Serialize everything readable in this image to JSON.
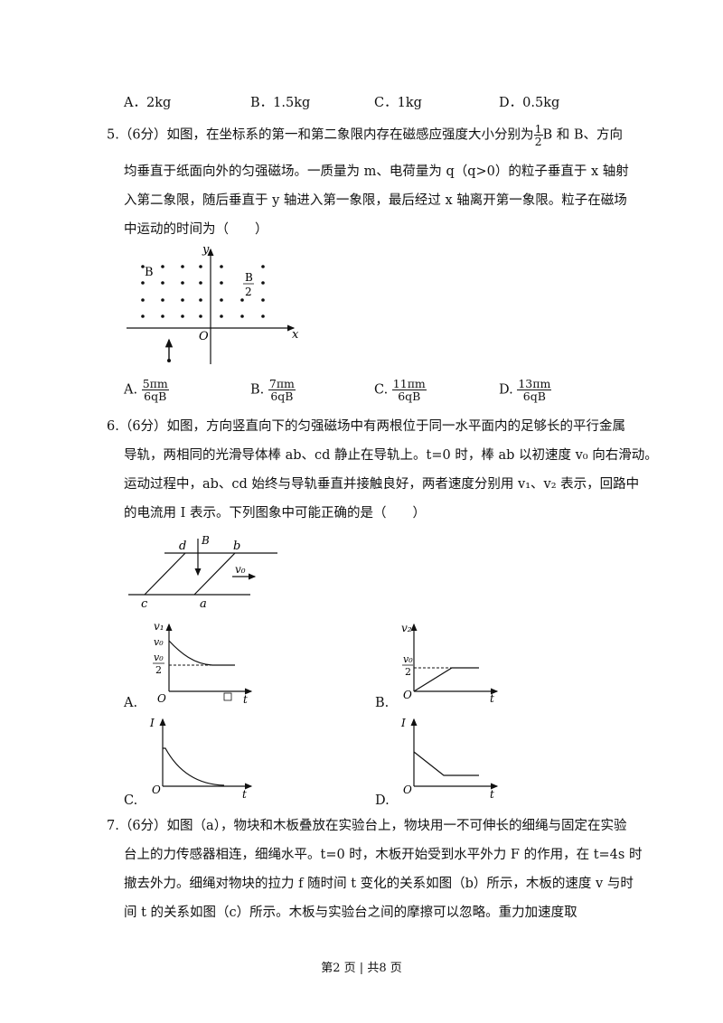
{
  "q4": {
    "options": [
      {
        "label": "A．",
        "text": "2kg"
      },
      {
        "label": "B．",
        "text": "1.5kg"
      },
      {
        "label": "C．",
        "text": "1kg"
      },
      {
        "label": "D．",
        "text": "0.5kg"
      }
    ]
  },
  "q5": {
    "line1a": "5.（6分）如图，在坐标系的第一和第二象限内存在磁感应强度大小分别为",
    "frac_num": "1",
    "frac_den": "2",
    "line1b": "B 和 B、方向",
    "line2": "均垂直于纸面向外的匀强磁场。一质量为 m、电荷量为 q（q>0）的粒子垂直于 x 轴射",
    "line3": "入第二象限，随后垂直于 y 轴进入第一象限，最后经过 x 轴离开第一象限。粒子在磁场",
    "line4": "中运动的时间为（　　）",
    "figure": {
      "y_label": "y",
      "x_label": "x",
      "origin_label": "O",
      "left_field_label": "B",
      "right_field_num": "B",
      "right_field_den": "2"
    },
    "options": [
      {
        "label": "A.",
        "num": "5πm",
        "den": "6qB"
      },
      {
        "label": "B.",
        "num": "7πm",
        "den": "6qB"
      },
      {
        "label": "C.",
        "num": "11πm",
        "den": "6qB"
      },
      {
        "label": "D.",
        "num": "13πm",
        "den": "6qB"
      }
    ]
  },
  "q6": {
    "line1": "6.（6分）如图，方向竖直向下的匀强磁场中有两根位于同一水平面内的足够长的平行金属",
    "line2": "导轨，两相同的光滑导体棒 ab、cd 静止在导轨上。t=0 时，棒 ab 以初速度 v₀ 向右滑动。",
    "line3": "运动过程中，ab、cd 始终与导轨垂直并接触良好，两者速度分别用 v₁、v₂ 表示，回路中",
    "line4": "的电流用 I 表示。下列图象中可能正确的是（　　）",
    "figure": {
      "d": "d",
      "b": "b",
      "c": "c",
      "a": "a",
      "B": "B",
      "v0": "v₀"
    },
    "graphs": {
      "A": {
        "label": "A.",
        "y": "v₁",
        "v0": "v₀",
        "half_num": "v₀",
        "half_den": "2",
        "origin": "O",
        "t": "t"
      },
      "B": {
        "label": "B.",
        "y": "v₂",
        "half_num": "v₀",
        "half_den": "2",
        "origin": "O",
        "t": "t"
      },
      "C": {
        "label": "C.",
        "y": "I",
        "origin": "O",
        "t": "t"
      },
      "D": {
        "label": "D.",
        "y": "I",
        "origin": "O",
        "t": "t"
      }
    }
  },
  "q7": {
    "line1": "7.（6分）如图（a），物块和木板叠放在实验台上，物块用一不可伸长的细绳与固定在实验",
    "line2": "台上的力传感器相连，细绳水平。t=0 时，木板开始受到水平外力 F 的作用，在 t=4s 时",
    "line3": "撤去外力。细绳对物块的拉力 f 随时间 t 变化的关系如图（b）所示，木板的速度 v 与时",
    "line4": "间 t 的关系如图（c）所示。木板与实验台之间的摩擦可以忽略。重力加速度取"
  },
  "footer": "第2 页  |  共8 页"
}
